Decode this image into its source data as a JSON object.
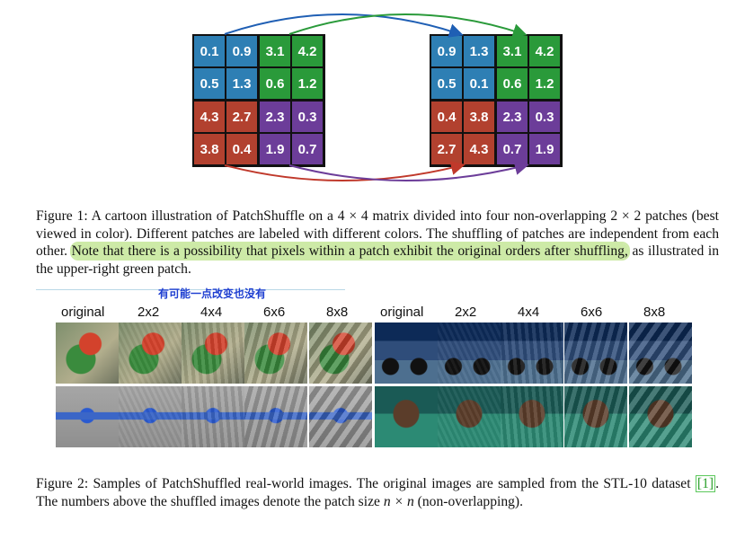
{
  "figure1": {
    "left_matrix": [
      [
        "0.1",
        "0.9",
        "3.1",
        "4.2"
      ],
      [
        "0.5",
        "1.3",
        "0.6",
        "1.2"
      ],
      [
        "4.3",
        "2.7",
        "2.3",
        "0.3"
      ],
      [
        "3.8",
        "0.4",
        "1.9",
        "0.7"
      ]
    ],
    "right_matrix": [
      [
        "0.9",
        "1.3",
        "3.1",
        "4.2"
      ],
      [
        "0.5",
        "0.1",
        "0.6",
        "1.2"
      ],
      [
        "0.4",
        "3.8",
        "2.3",
        "0.3"
      ],
      [
        "2.7",
        "4.3",
        "0.7",
        "1.9"
      ]
    ],
    "patch_colors": [
      "#2e7fb4",
      "#2a9a3a",
      "#b2412f",
      "#6c3d99"
    ],
    "caption_pre": "Figure 1: A cartoon illustration of PatchShuffle on a 4 × 4 matrix divided into four non-overlapping 2 × 2 patches (best viewed in color). Different patches are labeled with different colors. The shuffling of patches are independent from each other.",
    "caption_highlight": "Note that there is a possibility that pixels within a patch exhibit the original orders after shuffling,",
    "caption_post": "as illustrated in the upper-right green patch."
  },
  "annotation": "有可能一点改变也没有",
  "figure2": {
    "labels": [
      "original",
      "2x2",
      "4x4",
      "6x6",
      "8x8",
      "original",
      "2x2",
      "4x4",
      "6x6",
      "8x8"
    ],
    "caption_pre": "Figure 2: Samples of PatchShuffled real-world images. The original images are sampled from the STL-10 dataset",
    "ref": "[1]",
    "caption_mid": ". The numbers above the shuffled images denote the patch size",
    "math": "n × n",
    "caption_post": "(non-overlapping)."
  }
}
